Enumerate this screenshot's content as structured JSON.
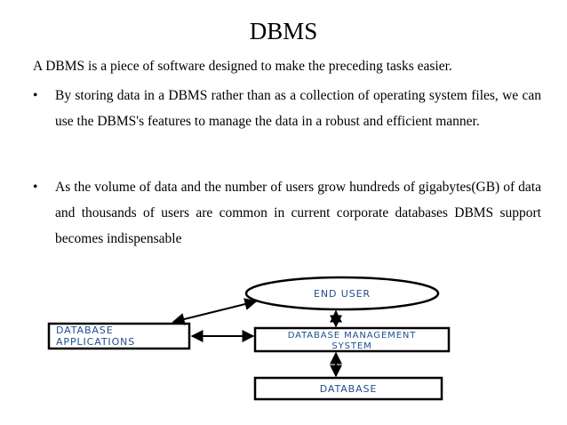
{
  "slide": {
    "title": "DBMS",
    "intro": "A DBMS is a piece of software designed to make the preceding tasks easier.",
    "bullet_symbol": "•",
    "bullets": [
      "By storing data in a DBMS rather than as a collection of operating system files, we can use the DBMS's features to manage the data in a robust and efficient manner.",
      "As the volume of data and the number of users grow hundreds of gigabytes(GB) of data and thousands of users are common in current corporate databases DBMS support becomes indispensable"
    ]
  },
  "diagram": {
    "end_user": "END USER",
    "db_applications_line1": "DATABASE",
    "db_applications_line2": "APPLICATIONS",
    "dbms_line1": "DATABASE MANAGEMENT",
    "dbms_line2": "SYSTEM",
    "database": "DATABASE",
    "text_color": "#1f4d8f",
    "arrow_color": "#000000"
  }
}
